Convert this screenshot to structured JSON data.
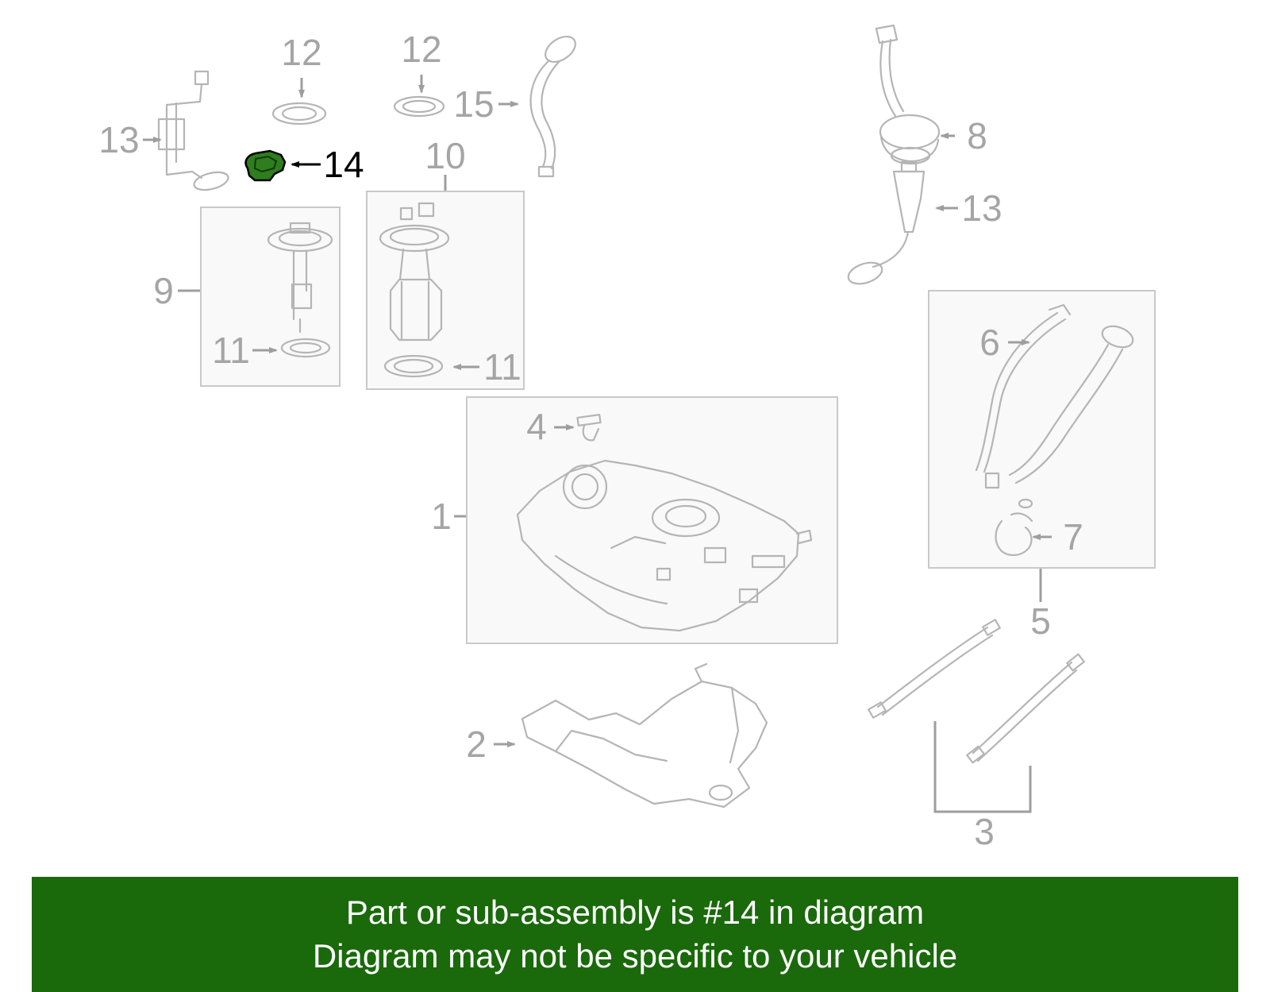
{
  "banner": {
    "line1": "Part or sub-assembly is #14 in diagram",
    "line2": "Diagram may not be specific to your vehicle"
  },
  "colors": {
    "banner_bg": "#1a690b",
    "banner_text": "#ffffff",
    "diagram_line_gray": "#b5b5b5",
    "label_gray": "#a5a5a5",
    "highlight_fill": "#2e7d1e",
    "highlight_outline": "#000000"
  },
  "diagram": {
    "type": "exploded-parts-diagram",
    "subject": "fuel system / fuel tank assembly",
    "highlighted_part": "14",
    "labels": [
      {
        "part": "12",
        "text": "12"
      },
      {
        "part": "12",
        "text": "12"
      },
      {
        "part": "15",
        "text": "15"
      },
      {
        "part": "13",
        "text": "13"
      },
      {
        "part": "14",
        "text": "14"
      },
      {
        "part": "10",
        "text": "10"
      },
      {
        "part": "9",
        "text": "9"
      },
      {
        "part": "11",
        "text": "11"
      },
      {
        "part": "11",
        "text": "11"
      },
      {
        "part": "8",
        "text": "8"
      },
      {
        "part": "13",
        "text": "13"
      },
      {
        "part": "6",
        "text": "6"
      },
      {
        "part": "7",
        "text": "7"
      },
      {
        "part": "5",
        "text": "5"
      },
      {
        "part": "4",
        "text": "4"
      },
      {
        "part": "1",
        "text": "1"
      },
      {
        "part": "2",
        "text": "2"
      },
      {
        "part": "3",
        "text": "3"
      }
    ]
  }
}
